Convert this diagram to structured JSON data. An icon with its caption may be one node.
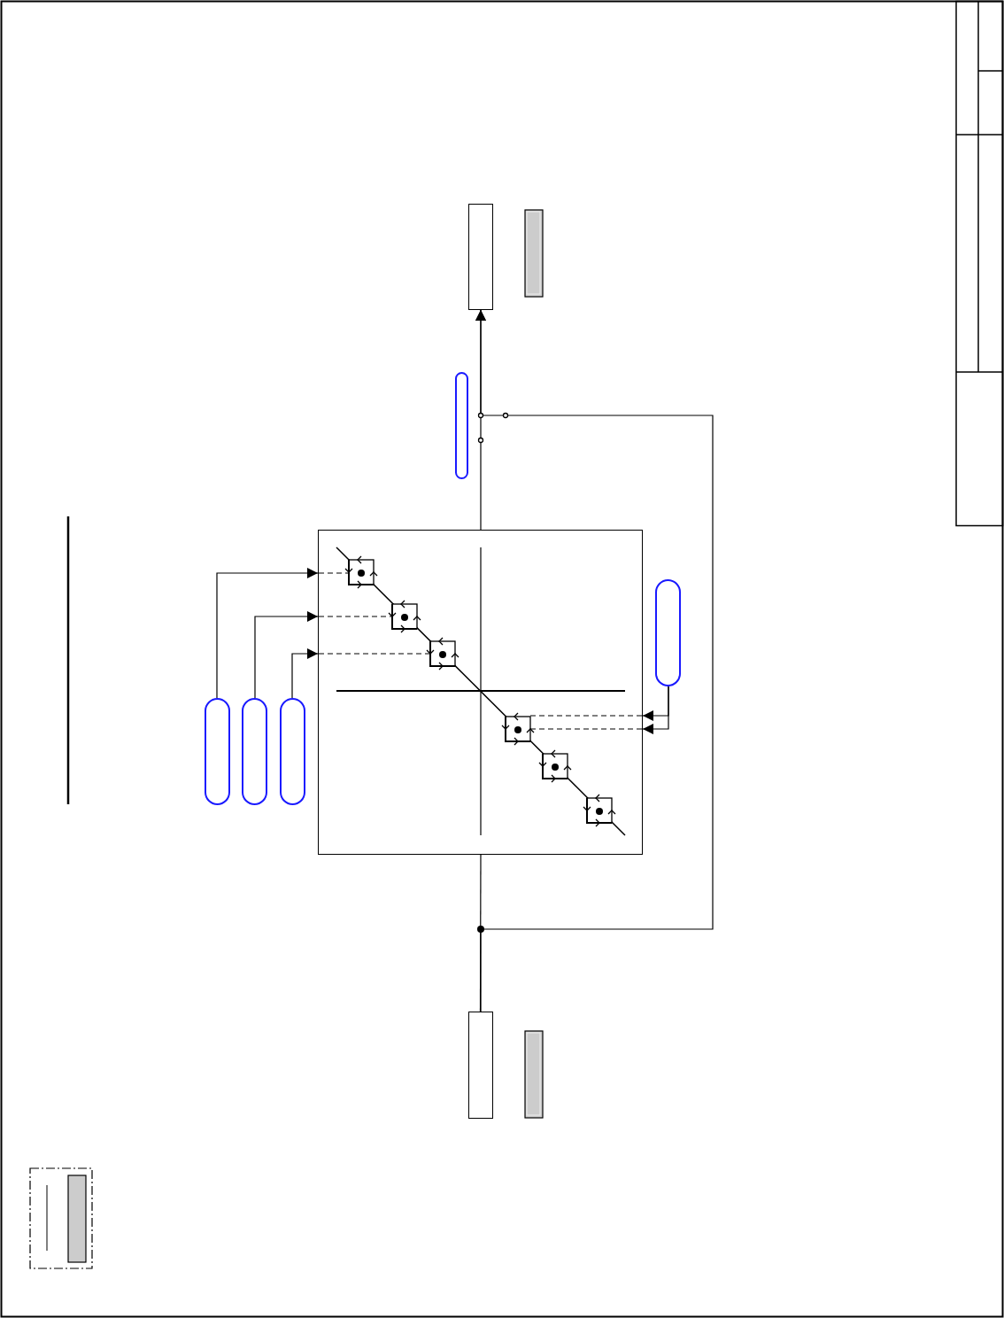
{
  "diagram": {
    "nodes": [
      {
        "text": [],
        "shape": "box"
      },
      {
        "text": [],
        "shape": "box"
      },
      {
        "text": [],
        "shape": "box"
      },
      {
        "text": [],
        "shape": "capsule"
      },
      {
        "text": [],
        "shape": "capsule"
      },
      {
        "text": [],
        "shape": "capsule"
      },
      {
        "text": [],
        "shape": "capsule"
      },
      {
        "text": [],
        "shape": "capsule"
      }
    ],
    "edges": [
      {
        "from": 2,
        "to": 1,
        "arrow": "none"
      },
      {
        "from": 1,
        "to": 0,
        "arrow": "to"
      },
      {
        "from": 2,
        "to": 0,
        "arrow": "to"
      },
      {
        "from": 5,
        "to": 1,
        "arrow": "to"
      },
      {
        "from": 6,
        "to": 1,
        "arrow": "to"
      },
      {
        "from": 7,
        "to": 1,
        "arrow": "to"
      },
      {
        "from": 4,
        "to": 1,
        "arrow": "to"
      },
      {
        "from": 4,
        "to": 1,
        "arrow": "to"
      }
    ]
  }
}
